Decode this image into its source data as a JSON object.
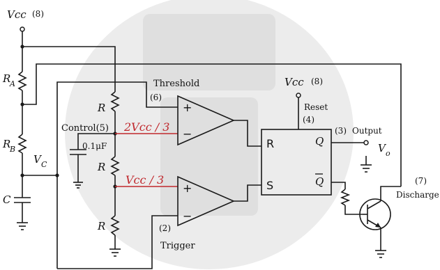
{
  "colors": {
    "wire": "#1a1a1a",
    "highlight": "#c0282d",
    "watermark": "#c9c9c9"
  },
  "labels": {
    "vcc_left": "Vcc",
    "vcc_left_pin": "(8)",
    "vcc_reset": "Vcc",
    "vcc_reset_pin": "(8)",
    "ra": "R",
    "ra_sub": "A",
    "rb": "R",
    "rb_sub": "B",
    "vc": "V",
    "vc_sub": "C",
    "c": "C",
    "threshold": "Threshold",
    "threshold_pin": "(6)",
    "control": "Control(5)",
    "cap": "0.1μF",
    "r1": "R",
    "r2": "R",
    "r3": "R",
    "ref_high": "2Vcc / 3",
    "ref_low": "Vcc / 3",
    "plus_top": "+",
    "minus_top": "−",
    "plus_bot": "+",
    "minus_bot": "−",
    "trigger_pin": "(2)",
    "trigger": "Trigger",
    "ff_r": "R",
    "ff_s": "S",
    "ff_q": "Q",
    "ff_qbar": "Q",
    "reset": "Reset",
    "reset_pin": "(4)",
    "output_pin": "(3)",
    "output": "Output",
    "vo": "V",
    "vo_sub": "o",
    "discharge_pin": "(7)",
    "discharge": "Discharge"
  },
  "icons": {
    "watermark": "university-seal-watermark"
  }
}
